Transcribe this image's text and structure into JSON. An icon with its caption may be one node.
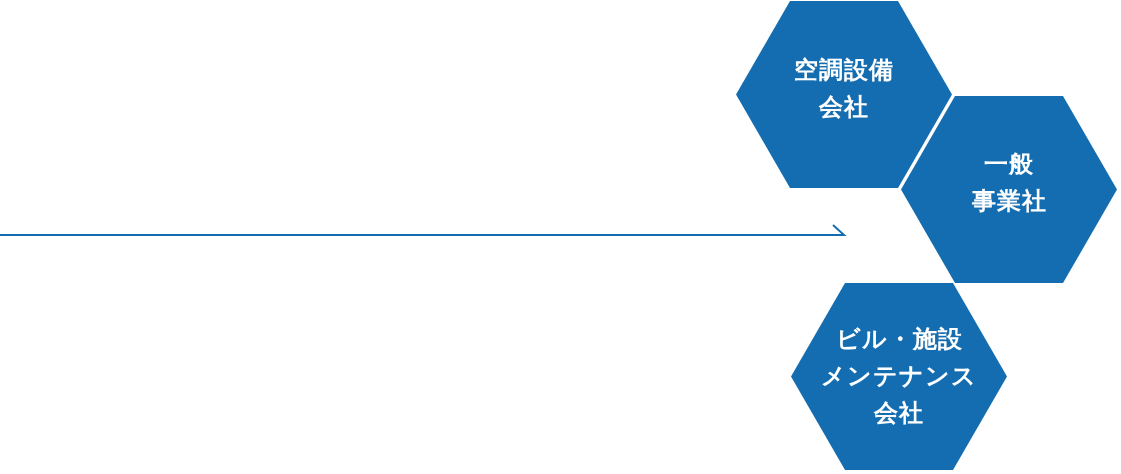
{
  "diagram": {
    "nodes": [
      {
        "text": [
          "空調設備会社"
        ]
      },
      {
        "text": [
          "一般事業社"
        ]
      },
      {
        "text": [
          "ビル・施設メンテナンス会社"
        ]
      }
    ]
  }
}
